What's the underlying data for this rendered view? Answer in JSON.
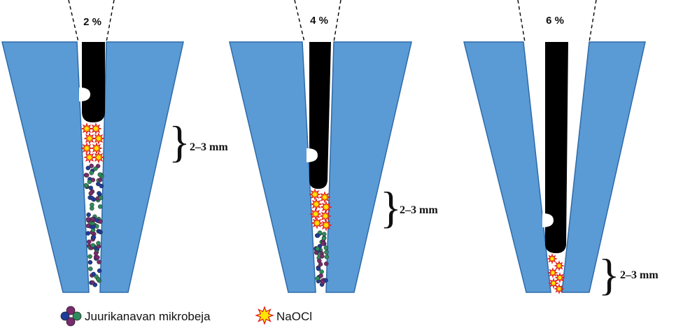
{
  "panels": [
    {
      "percent": "2 %",
      "dimension": "2–3 mm",
      "brace_symbol": "}"
    },
    {
      "percent": "4 %",
      "dimension": "2–3 mm",
      "brace_symbol": "}"
    },
    {
      "percent": "6 %",
      "dimension": "2–3 mm",
      "brace_symbol": "}"
    }
  ],
  "legend": {
    "microbes_label": "Juurikanavan mikrobeja",
    "naocl_label": "NaOCl"
  },
  "colors": {
    "tooth": "#5b9bd5",
    "tooth_edge": "#2e6aa8",
    "instrument": "#000000",
    "naocl_fill": "#ffe600",
    "naocl_edge": "#e0181c",
    "microbe_colors": [
      "#7a2a6e",
      "#1f3c9a",
      "#2e8b5b"
    ]
  }
}
